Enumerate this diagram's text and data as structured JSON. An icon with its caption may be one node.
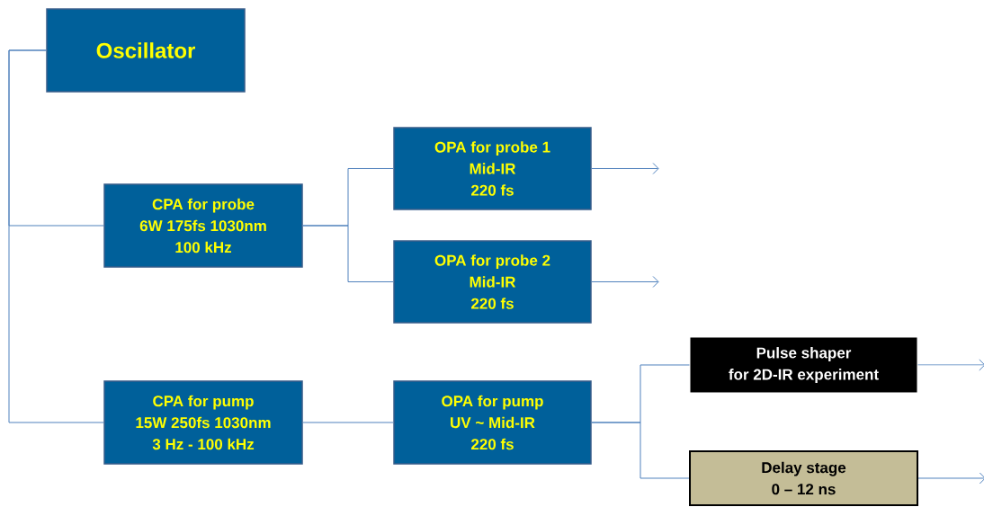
{
  "diagram": {
    "nodes": [
      {
        "text": [
          "Oscillator"
        ]
      },
      {
        "text": [
          "CPA for probe",
          "6W 175fs 1030nm",
          "100 kHz"
        ]
      },
      {
        "text": [
          "OPA for probe 1",
          "Mid-IR",
          "220 fs"
        ]
      },
      {
        "text": [
          "OPA for probe 2",
          "Mid-IR",
          "220 fs"
        ]
      },
      {
        "text": [
          "CPA for pump",
          "15W 250fs 1030nm",
          "3 Hz - 100 kHz"
        ]
      },
      {
        "text": [
          "OPA for pump",
          "UV ~ Mid-IR",
          "220 fs"
        ]
      },
      {
        "text": [
          "Pulse shaper",
          "for 2D-IR experiment"
        ]
      },
      {
        "text": [
          "Delay stage",
          "0 – 12 ns"
        ]
      }
    ],
    "edges": [
      {
        "from": 0,
        "to": 1,
        "arrow": "none"
      },
      {
        "from": 0,
        "to": 4,
        "arrow": "none"
      },
      {
        "from": 1,
        "to": 2,
        "arrow": "none"
      },
      {
        "from": 1,
        "to": 3,
        "arrow": "none"
      },
      {
        "from": 4,
        "to": 5,
        "arrow": "none"
      },
      {
        "from": 5,
        "to": 6,
        "arrow": "none"
      },
      {
        "from": 5,
        "to": 7,
        "arrow": "none"
      },
      {
        "from": 2,
        "to": null,
        "arrow": "to"
      },
      {
        "from": 3,
        "to": null,
        "arrow": "to"
      },
      {
        "from": 6,
        "to": null,
        "arrow": "to"
      },
      {
        "from": 7,
        "to": null,
        "arrow": "to"
      }
    ]
  }
}
